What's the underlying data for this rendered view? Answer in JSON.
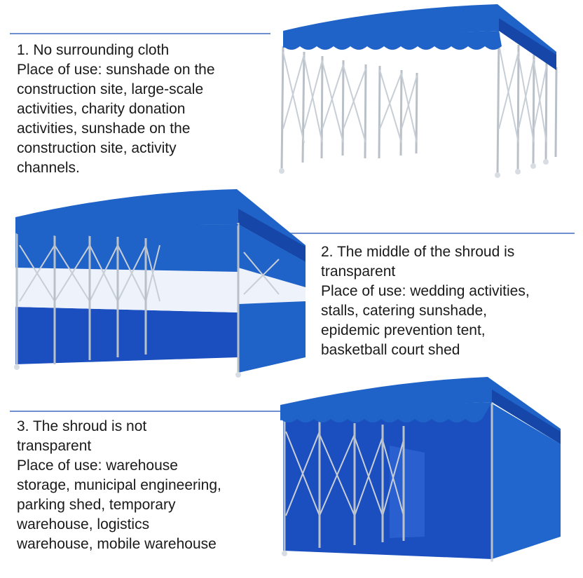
{
  "sections": [
    {
      "title": "1. No surrounding cloth",
      "usage_lines": [
        "Place of use: sunshade on the",
        "construction site, large-scale",
        "activities, charity donation",
        "activities, sunshade on the",
        "construction site, activity",
        "channels."
      ]
    },
    {
      "title_lines": [
        "2. The middle of the shroud is",
        "transparent"
      ],
      "usage_lines": [
        "Place of use: wedding activities,",
        "stalls, catering sunshade,",
        "epidemic prevention tent,",
        "basketball court shed"
      ]
    },
    {
      "title_lines": [
        "3. The shroud is not",
        "transparent"
      ],
      "usage_lines": [
        "Place of use: warehouse",
        "storage, municipal engineering,",
        "parking shed, temporary",
        "warehouse, logistics",
        "warehouse, mobile warehouse"
      ]
    }
  ],
  "colors": {
    "canopy_blue": "#1f63c8",
    "canopy_dark": "#1546a8",
    "frame_silver": "#b9c0c8",
    "rule_blue": "#6f8fce",
    "transparent_panel": "#eef3fb"
  }
}
